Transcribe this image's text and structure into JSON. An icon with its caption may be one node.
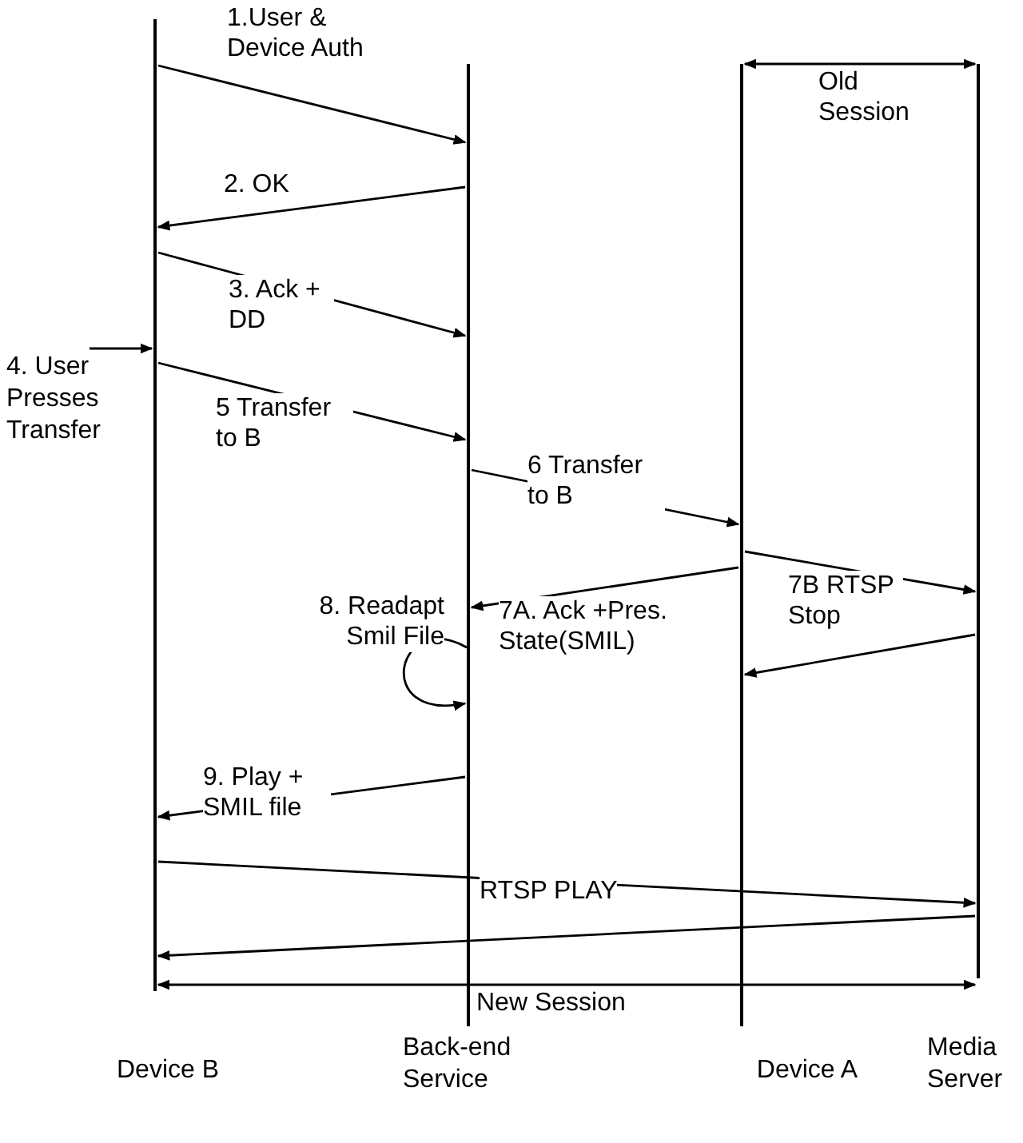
{
  "diagram": {
    "nodes": [
      {
        "text": [
          "Device B"
        ]
      },
      {
        "text": [
          "Back-end Service"
        ]
      },
      {
        "text": [
          "Device A"
        ]
      },
      {
        "text": [
          "Media Server"
        ]
      },
      {
        "text": [
          "4. User Presses Transfer"
        ]
      }
    ],
    "edges": [
      {
        "from": 0,
        "to": 1,
        "arrow": "to",
        "label": "1.User & Device Auth"
      },
      {
        "from": 1,
        "to": 0,
        "arrow": "to",
        "label": "2. OK"
      },
      {
        "from": 0,
        "to": 1,
        "arrow": "to",
        "label": "3. Ack + DD"
      },
      {
        "from": 4,
        "to": 0,
        "arrow": "to"
      },
      {
        "from": 0,
        "to": 1,
        "arrow": "to",
        "label": "5 Transfer to B"
      },
      {
        "from": 1,
        "to": 2,
        "arrow": "to",
        "label": "6 Transfer to B"
      },
      {
        "from": 2,
        "to": 1,
        "arrow": "to",
        "label": "7A. Ack +Pres. State(SMIL)"
      },
      {
        "from": 2,
        "to": 3,
        "arrow": "to",
        "label": "7B RTSP Stop"
      },
      {
        "from": 3,
        "to": 2,
        "arrow": "to"
      },
      {
        "from": 1,
        "to": 1,
        "arrow": "to",
        "label": "8. Readapt Smil File"
      },
      {
        "from": 1,
        "to": 0,
        "arrow": "to",
        "label": "9. Play + SMIL file"
      },
      {
        "from": 0,
        "to": 3,
        "arrow": "to",
        "label": "RTSP PLAY"
      },
      {
        "from": 3,
        "to": 0,
        "arrow": "to"
      },
      {
        "from": 0,
        "to": 3,
        "arrow": "both",
        "label": "New Session"
      },
      {
        "from": 2,
        "to": 3,
        "arrow": "both",
        "label": "Old Session"
      }
    ]
  }
}
